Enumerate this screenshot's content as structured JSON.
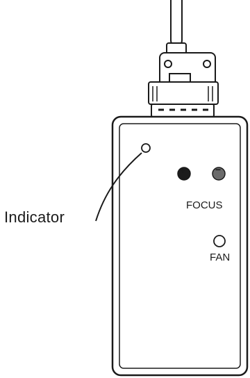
{
  "labels": {
    "indicator": "Indicator",
    "focus_plus": "+",
    "focus_minus": "−",
    "focus": "FOCUS",
    "fan": "FAN"
  },
  "colors": {
    "line": "#1a1a1a",
    "background": "#ffffff",
    "button_plus": "#1c1c1c",
    "button_minus": "#6b6b6b"
  }
}
